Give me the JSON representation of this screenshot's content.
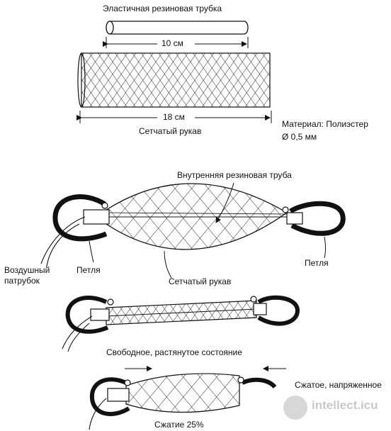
{
  "labels": {
    "rubber_tube": "Эластичная резиновая трубка",
    "tube_length": "10 см",
    "sleeve_length": "18 см",
    "mesh_sleeve_top": "Сетчатый рукав",
    "material": "Материал: Полиэстер",
    "diameter": "Ø 0,5 мм",
    "inner_tube": "Внутренняя резиновая труба",
    "air_nozzle": "Воздушный\nпатрубок",
    "loop_left": "Петля",
    "loop_right": "Петля",
    "mesh_sleeve_mid": "Сетчатый рукав",
    "free_state": "Свободное, растянутое состояние",
    "compressed_state": "Сжатое, напряженное",
    "compression": "Сжатие 25%"
  },
  "watermark": {
    "text": "intellect.icu",
    "color": "#c9c9c9"
  }
}
